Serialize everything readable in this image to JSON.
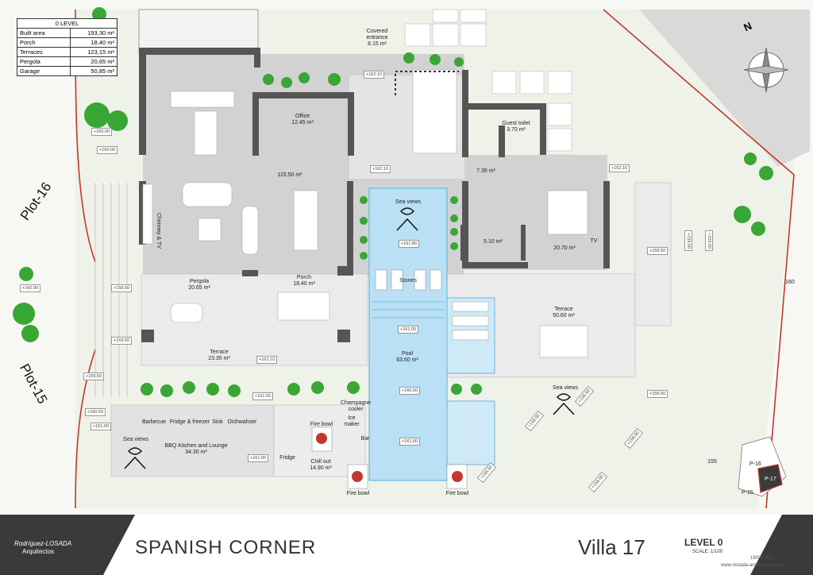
{
  "legend": {
    "title": "0 LEVEL",
    "rows": [
      {
        "name": "Built area",
        "value": "193,30 m²"
      },
      {
        "name": "Porch",
        "value": "18,40 m²"
      },
      {
        "name": "Terraces",
        "value": "123,15 m²"
      },
      {
        "name": "Pergola",
        "value": "20,65 m²"
      },
      {
        "name": "Garage",
        "value": "50,85 m²"
      }
    ]
  },
  "rooms": {
    "covered_entrance": "Covered\nentrance\n8.15 m²",
    "office": "Office\n12.45 m²",
    "guest_toilet": "Guest toilet\n3.70 m²",
    "living": "115.50 m²",
    "hall": "7.35 m²",
    "chimney": "Chimney & TV",
    "bath": "5.10 m²",
    "bedroom": "20.70 m²",
    "tv": "TV",
    "pergola": "Pergola\n20.65 m²",
    "porch": "Porch\n18.40 m²",
    "stones": "Stones",
    "terrace_right": "Terrace\n50.60 m²",
    "terrace_left": "Terrace\n23.35 m²",
    "pool": "Pool\n63.60 m²",
    "barbecue": "Barbecue",
    "fridge_freezer": "Fridge & freezer",
    "sink": "Sink",
    "dishwasher": "Dishwahser",
    "champagne": "Champagne\ncooler",
    "ice_maker": "Ice\nmaker",
    "bar": "Bar",
    "fire_bowl_inner": "Fire bowl",
    "fire_bowl_left": "Fire bowl",
    "fire_bowl_right": "Fire bowl",
    "bbq": "BBQ Kitchen and Lounge\n34.30 m²",
    "fridge": "Fridge",
    "chill": "Chill out\n14.90 m²",
    "sea_views_pool": "Sea views",
    "sea_views_right": "Sea views",
    "sea_views_bbq": "Sea views"
  },
  "levels": {
    "l1": "+162.10",
    "l2": "+160.00",
    "l3": "+160.00",
    "l4": "+162.10",
    "l5": "+162.10",
    "l6": "+161.80",
    "l7": "+158.50",
    "l8": "+160.00",
    "l9": "+158.50",
    "l10": "+159.00",
    "l11": "+162.10",
    "l12": "+161.00",
    "l13": "+159.50",
    "l14": "+161.55",
    "l15": "+160.50",
    "l16": "+161.00",
    "l17": "+160.50",
    "l18": "+161.00",
    "l19": "+161.00",
    "l20": "+158.50",
    "l21": "+158.50",
    "l22": "+158.00",
    "l23": "+158.00",
    "l24": "+158.00",
    "l25": "+158.50",
    "v1": "+159.00",
    "v2": "+159.00"
  },
  "contours": {
    "c160": "160",
    "c155": "155"
  },
  "plots": {
    "plot16": "Plot-16",
    "plot15": "Plot-15"
  },
  "locator": {
    "p16": "P-16",
    "p17": "P-17",
    "p15": "P-15"
  },
  "compass": {
    "north": "N"
  },
  "footer": {
    "logo_line1": "Rodríguez-LOSADA",
    "logo_line2": "Arquitectos",
    "project": "SPANISH CORNER",
    "villa": "Villa 17",
    "level": "LEVEL 0",
    "scale": "SCALE: 1/100",
    "date": "19/04/2021",
    "web": "www.rlosada-arquitectos.com",
    "bar_color": "#3a3a3a"
  },
  "colors": {
    "wall": "#555555",
    "interior": "#d2d2d2",
    "terrace": "#ebebeb",
    "pool": "#b9e0f4",
    "pool_edge": "#6bb7e0",
    "lawn": "#eef2e8",
    "plot_line": "#c0392b",
    "palm": "#3aa635",
    "flower": "#c0392b"
  }
}
